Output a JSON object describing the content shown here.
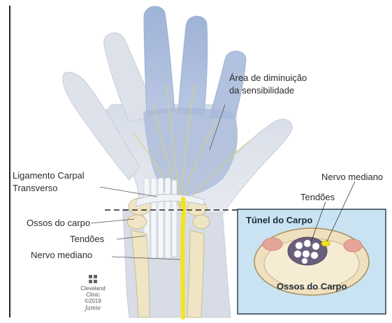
{
  "labels": {
    "reduced_sensation": [
      "Área de diminuição",
      "da sensibilidade"
    ],
    "transverse_carpal_ligament": [
      "Ligamento Carpal",
      "Transverso"
    ],
    "carpal_bones": "Ossos do carpo",
    "tendons": "Tendões",
    "median_nerve": "Nervo mediano"
  },
  "inset": {
    "title": "Túnel do Carpo",
    "median_nerve": "Nervo mediano",
    "tendons": "Tendões",
    "carpal_bones": "Ossos do Carpo"
  },
  "logo": {
    "name_line1": "Cleveland",
    "name_line2": "Clinic",
    "copyright": "©2019",
    "signature": "Jamie"
  },
  "colors": {
    "skin": "#dfe4ec",
    "nerve": "#f4e41c",
    "tendon": "#f2f4f8",
    "bone": "#efe6c8",
    "inset_bg": "#c9e3f2",
    "inset_border": "#2f3f55",
    "reduced_area": "#a8b9d9"
  }
}
